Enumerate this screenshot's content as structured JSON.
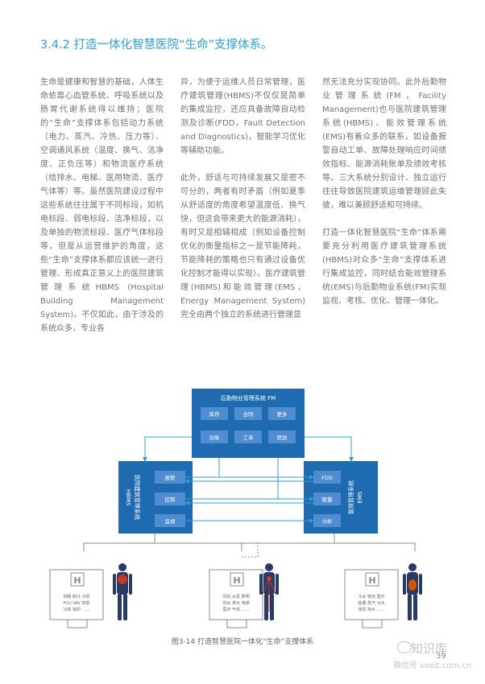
{
  "heading": "3.4.2  打造一体化智慧医院“生命”支撑体系。",
  "columns": {
    "c1": [
      "生命是健康和智慧的基础，人体生命依靠心血管系统、呼吸系统以及肠胃代谢系统得以维持；医院的“生命”支撑体系包括动力系统（电力、蒸汽、冷热、压力等）、空调通风系统（温度、换气、洁净度、正负压等）和物流医疗系统（给排水、电梯、医用物流、医疗气体等）等。虽然医院建设过程中这些系统往往属于不同标段，如机电标段、弱电标段、洁净标段，以及单独的物流标段、医疗气体标段等，但是从运营维护的角度，这些“生命”支撑体系都应该统一进行管理、形成真正意义上的医院建筑管理系统HBMS (Hospital Building Management System)。不仅如此，由于涉及的系统众多，专业各"
    ],
    "c2": [
      "异，为便于运维人员日常管理，医疗建筑管理(HBMS)不仅仅是简单的集成监控，还应具备故障自动检测及诊断(FDD，Fault Detection and Diagnostics)，智能学习优化等辅助功能。",
      "此外，舒适与可持续发展又是密不可分的，两者有时矛盾（例如夏季从舒适度的角度希望温度低、换气快，但这会带来更大的能源消耗），有时又是相辅相成（例如设备控制优化的衡量指标之一是节能降耗，节能降耗的策略也只有通过设备优化控制才能得以实现）。医疗建筑管理(HBMS)和能效管理(EMS，Energy Management System)完全由两个独立的系统进行管理显"
    ],
    "c3": [
      "然无法充分实现协同。此外后勤物业管理系统(FM，Facility Management)也与医院建筑管理系统(HBMS)、能效管理系统(EMS)有着众多的联系，如设备报警自动工单、故障处理响应时间绩效指标、能源消耗账单及绩效考核等。三大系统分别设计、独立运行往往导致医院建筑运维管理顾此失彼，难以兼顾舒适和可持续。",
      "打造一体化智慧医院“生命”体系需要充分利用医疗建筑管理系统(HBMS)对众多“生命”支撑体系进行集成监控，同时结合能效管理系统(EMS)与后勤物业系统(FM)实现监视、考核、优化、管理一体化。"
    ]
  },
  "diagram": {
    "fm_title": "后勤物业管理系统 FM",
    "fm_row1": [
      "库存",
      "合同",
      "更多"
    ],
    "fm_row2": [
      "台账",
      "工单",
      "绩效"
    ],
    "hbms_title": "医院建筑管理系统",
    "hbms_abbr": "HBMS",
    "hbms_items": [
      "报警",
      "控制",
      "监视"
    ],
    "ems_title": "能效管理系统",
    "ems_abbr": "EMS",
    "ems_items": [
      "FDD",
      "衡量",
      "分析"
    ],
    "buildings": [
      {
        "lines": [
          "供暖 制冷 冷机",
          "FCU VAV 热泵",
          "冷却 锅炉 ……"
        ]
      },
      {
        "lines": [
          "风机 水泵 照明",
          "供水 排水 电梯",
          "医疗 气体 ……"
        ]
      },
      {
        "lines": [
          "冷水 物流 医疗",
          "能量 蒸汽 污水",
          "排风 排水 ……"
        ]
      }
    ]
  },
  "caption": "图3-14 打造智慧医院一体化“生命”支撑体系",
  "page_number": "39",
  "watermark": {
    "brand": "知识库",
    "sub": "微信号 useit.com.cn"
  },
  "colors": {
    "blue_dark": "#1f6bb1",
    "blue_light": "#2f9fd0",
    "box_fill": "#4f8cd0"
  }
}
